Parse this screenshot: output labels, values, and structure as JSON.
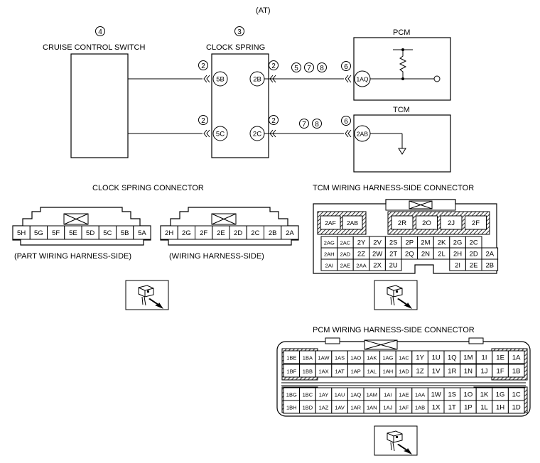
{
  "header": {
    "at": "(AT)"
  },
  "labels": {
    "cruise_switch": "CRUISE CONTROL SWITCH",
    "cruise_switch_num": "4",
    "clock_spring": "CLOCK SPRING",
    "clock_spring_num": "3",
    "pcm": "PCM",
    "tcm": "TCM",
    "clock_spring_connector": "CLOCK SPRING CONNECTOR",
    "tcm_connector": "TCM WIRING HARNESS-SIDE CONNECTOR",
    "pcm_connector": "PCM WIRING HARNESS-SIDE CONNECTOR",
    "part_harness_side": "(PART WIRING HARNESS-SIDE)",
    "wiring_harness_side": "(WIRING HARNESS-SIDE)"
  },
  "schematic": {
    "cs_top_left": "5B",
    "cs_top_right": "2B",
    "cs_bot_left": "5C",
    "cs_bot_right": "2C",
    "pcm_pin": "1AQ",
    "tcm_pin": "2AB",
    "note_2": "2",
    "note_5": "5",
    "note_6": "6",
    "note_7": "7",
    "note_8": "8"
  },
  "clock_left_pins": [
    "5H",
    "5G",
    "5F",
    "5E",
    "5D",
    "5C",
    "5B",
    "5A"
  ],
  "clock_right_pins": [
    "2H",
    "2G",
    "2F",
    "2E",
    "2D",
    "2C",
    "2B",
    "2A"
  ],
  "tcm": {
    "row0_left": [
      "2AF",
      "2AB"
    ],
    "row0_right": [
      "2R",
      "2O",
      "2J",
      "2F"
    ],
    "row1": [
      "2AG",
      "2AC",
      "2Y",
      "2V",
      "2S",
      "2P",
      "2M",
      "2K",
      "2G",
      "2C"
    ],
    "row2": [
      "2AH",
      "2AD",
      "2Z",
      "2W",
      "2T",
      "2Q",
      "2N",
      "2L",
      "2H",
      "2D",
      "2A"
    ],
    "row3_left": [
      "2AI",
      "2AE",
      "2AA",
      "2X",
      "2U"
    ],
    "row3_right": [
      "2I",
      "2E",
      "2B"
    ]
  },
  "pcm": {
    "rows": [
      [
        "1BE",
        "1BA",
        "1AW",
        "1AS",
        "1AO",
        "1AK",
        "1AG",
        "1AC",
        "1Y",
        "1U",
        "1Q",
        "1M",
        "1I",
        "1E",
        "1A"
      ],
      [
        "1BF",
        "1BB",
        "1AX",
        "1AT",
        "1AP",
        "1AL",
        "1AH",
        "1AD",
        "1Z",
        "1V",
        "1R",
        "1N",
        "1J",
        "1F",
        "1B"
      ],
      [
        "1BG",
        "1BC",
        "1AY",
        "1AU",
        "1AQ",
        "1AM",
        "1AI",
        "1AE",
        "1AA",
        "1W",
        "1S",
        "1O",
        "1K",
        "1G",
        "1C"
      ],
      [
        "1BH",
        "1BD",
        "1AZ",
        "1AV",
        "1AR",
        "1AN",
        "1AJ",
        "1AF",
        "1AB",
        "1X",
        "1T",
        "1P",
        "1L",
        "1H",
        "1D"
      ]
    ]
  }
}
